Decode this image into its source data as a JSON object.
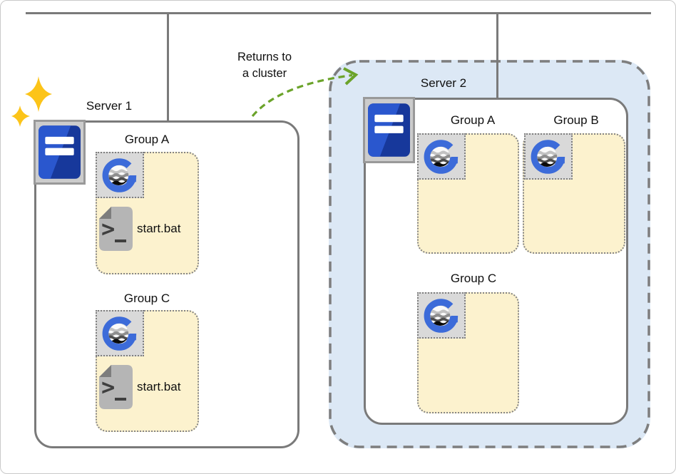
{
  "annotation": {
    "line1": "Returns to",
    "line2": "a cluster"
  },
  "servers": [
    {
      "label": "Server 1",
      "groups": [
        {
          "label": "Group A",
          "file": "start.bat"
        },
        {
          "label": "Group C",
          "file": "start.bat"
        }
      ]
    },
    {
      "label": "Server 2",
      "groups": [
        {
          "label": "Group A"
        },
        {
          "label": "Group B"
        },
        {
          "label": "Group C"
        }
      ]
    }
  ],
  "icons": {
    "sparkles": "sparkles-icon",
    "server_tower": "server-tower-icon",
    "group_app_logo": "app-logo-icon",
    "batch_file": "batch-file-icon",
    "arrow": "curved-dashed-arrow-icon"
  },
  "colors": {
    "line_gray": "#7A7A7A",
    "cluster_fill": "#DCE8F5",
    "cluster_border": "#7E7E7E",
    "group_fill": "#FCF2CE",
    "group_border": "#848484",
    "tile_fill": "#D9D9D9",
    "arrow_green": "#6BA32A",
    "sparkle_gold": "#FCC419",
    "server_blue_light": "#2A57CE",
    "server_blue_dark": "#17389B",
    "logo_blue": "#3C6BD9",
    "file_gray": "#B5B5B5"
  }
}
